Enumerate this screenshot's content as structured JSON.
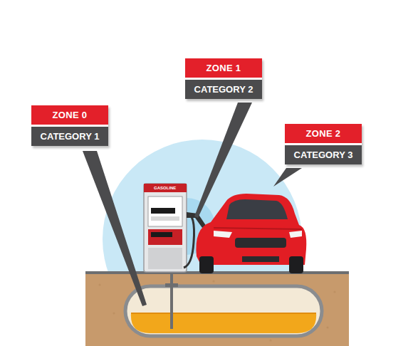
{
  "diagram": {
    "nodes": [
      {
        "text": [
          "ZONE 0",
          "CATEGORY 1"
        ]
      },
      {
        "text": [
          "ZONE 1",
          "CATEGORY 2"
        ]
      },
      {
        "text": [
          "ZONE 2",
          "CATEGORY 3"
        ]
      }
    ],
    "labels": [
      "GASOLINE"
    ]
  }
}
